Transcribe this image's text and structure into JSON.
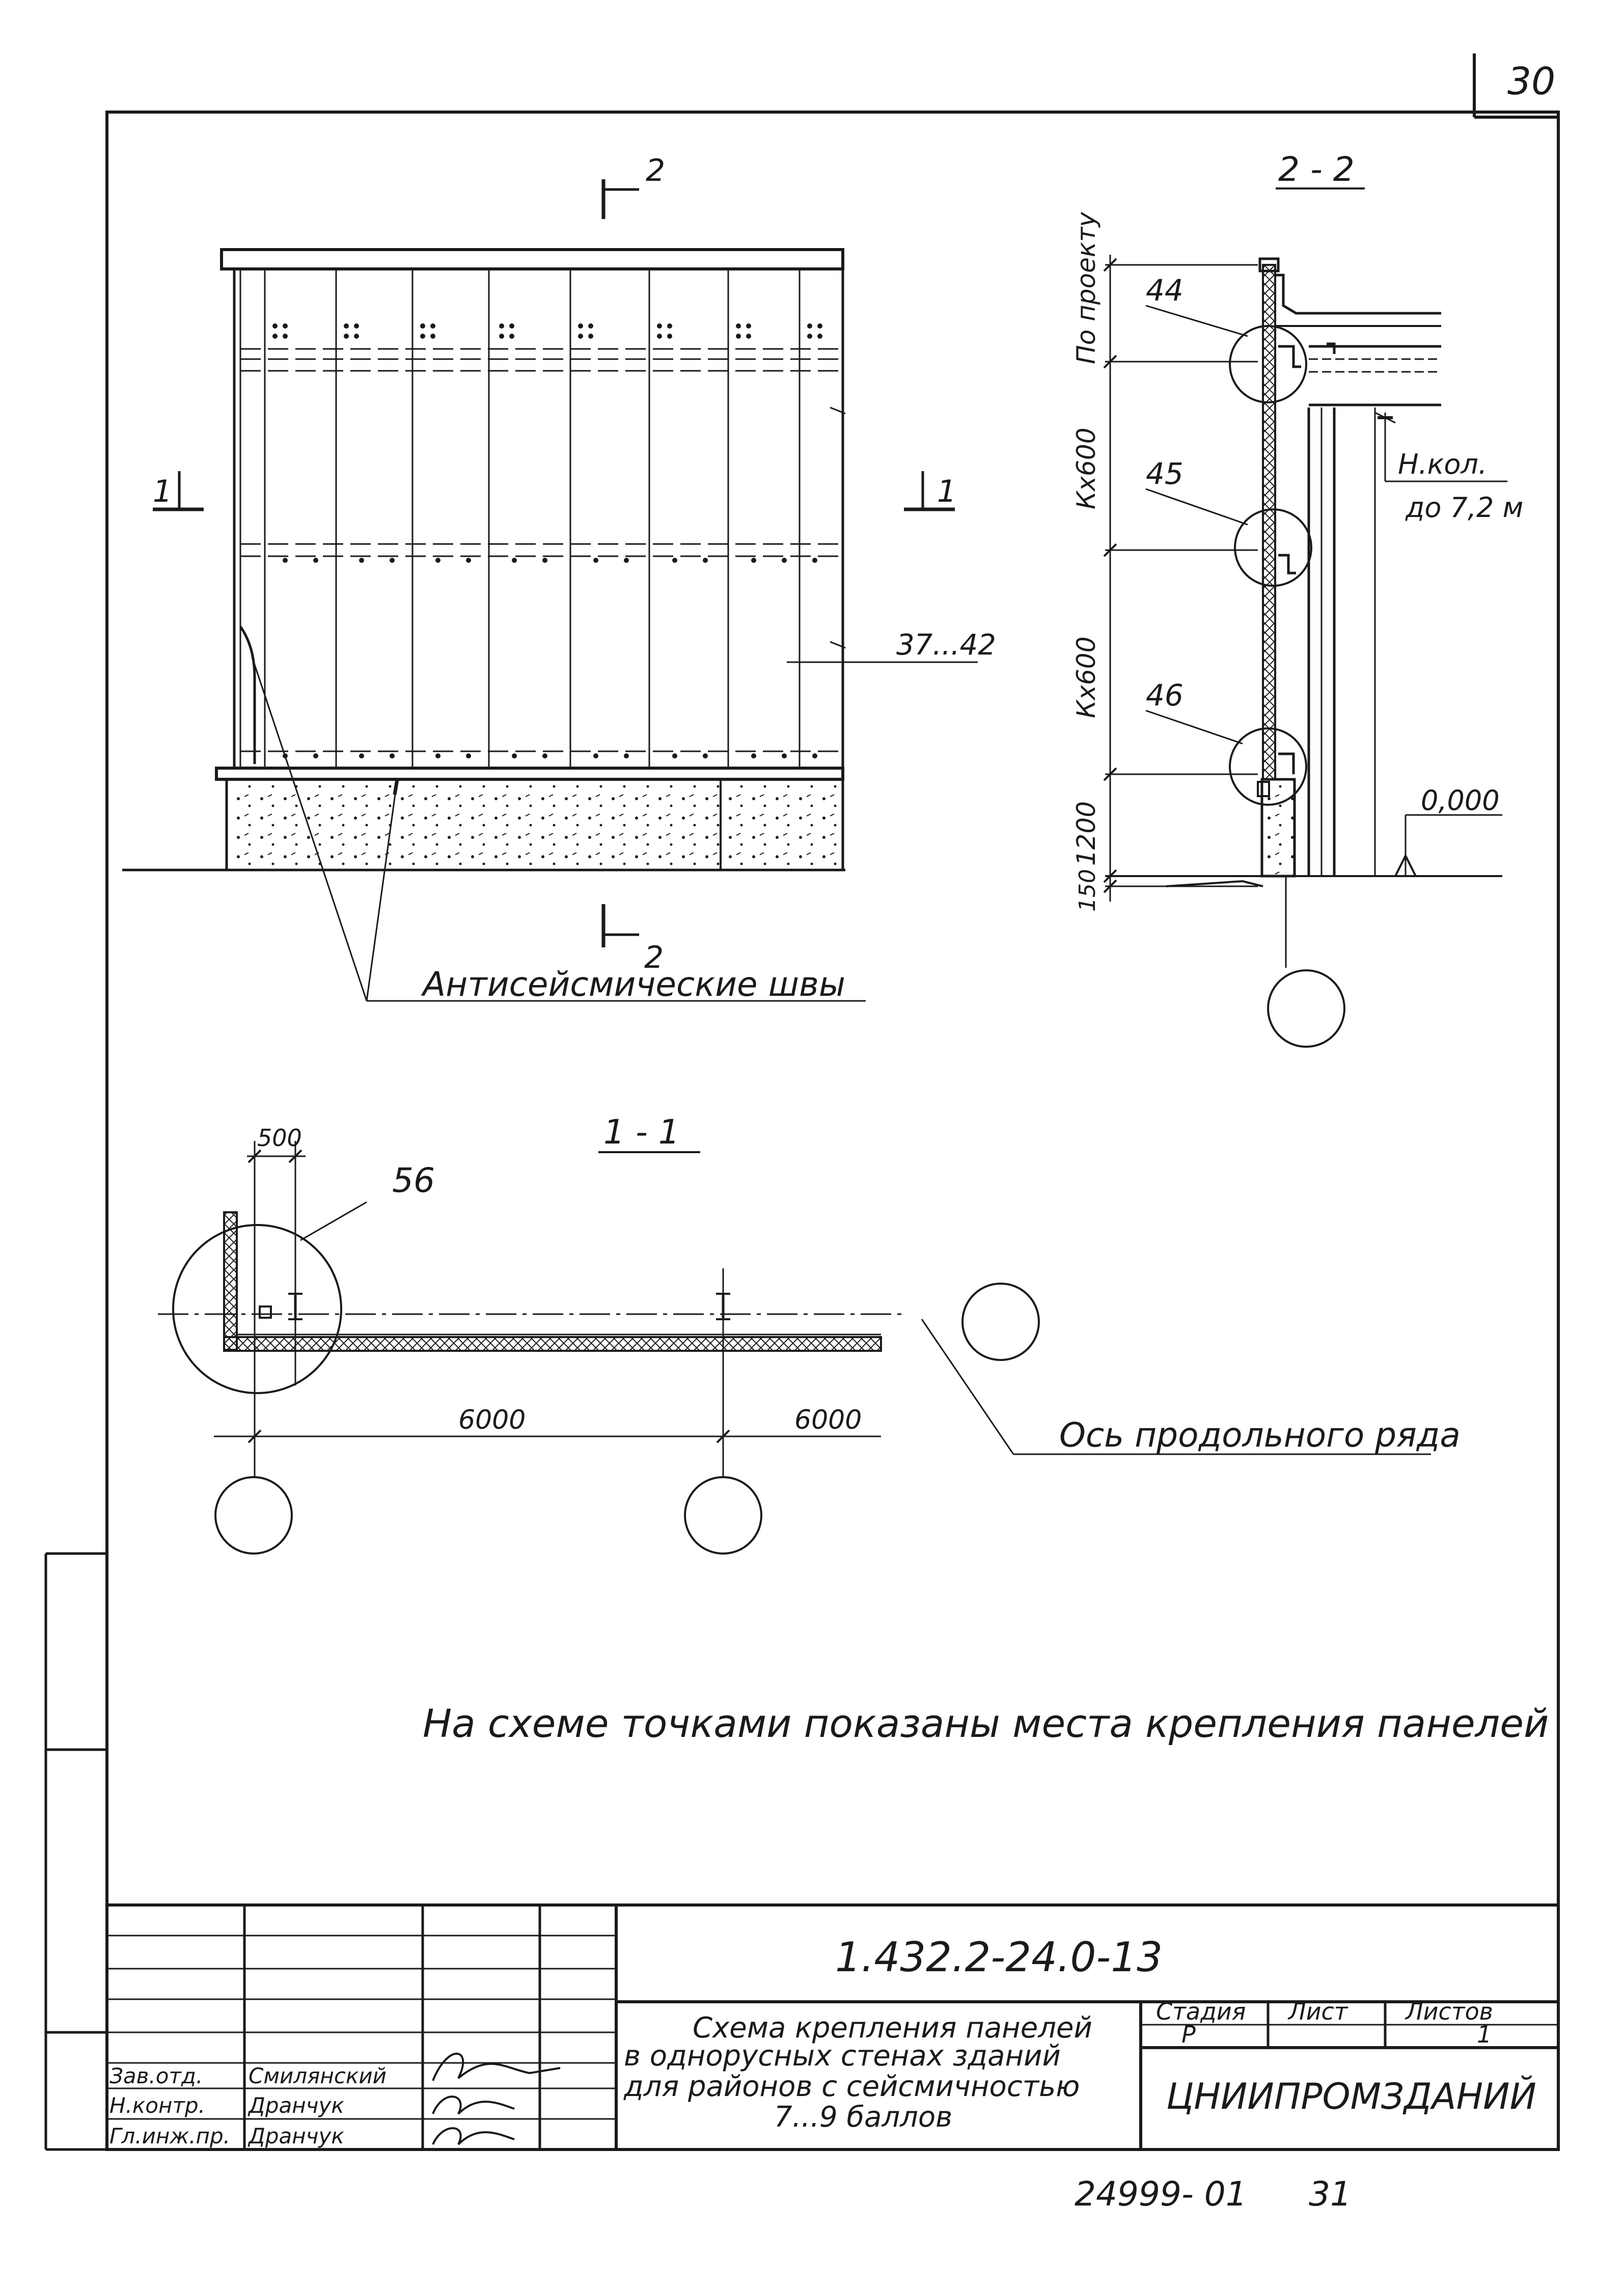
{
  "sheet": {
    "page_number": "30",
    "doc_code": "1.432.2-24.0-13",
    "org": "ЦНИИПРОМЗДАНИЙ",
    "archive_no": "24999- 01",
    "archive_sheet": "31",
    "note": "На схеме точками показаны места крепления панелей"
  },
  "title_block": {
    "title_lines": [
      "Схема крепления панелей",
      "в однорусных стенах зданий",
      "для районов с сейсмичностью",
      "7...9 баллов"
    ],
    "headers": {
      "stage": "Стадия",
      "sheet": "Лист",
      "sheets": "Листов"
    },
    "values": {
      "stage": "Р",
      "sheet": "",
      "sheets": "1"
    },
    "signatures": [
      {
        "role": "Зав.отд.",
        "name": "Смилянский"
      },
      {
        "role": "Н.контр.",
        "name": "Дранчук"
      },
      {
        "role": "Гл.инж.пр.",
        "name": "Дранчук"
      }
    ]
  },
  "elevation": {
    "section_mark_top": "2",
    "section_mark_bottom": "2",
    "section_left": "1",
    "section_right": "1",
    "panel_label": "37...42",
    "callout": "Антисейсмические швы"
  },
  "section_2_2": {
    "title": "2 - 2",
    "dims": [
      "По проекту",
      "Кх600",
      "Кх600",
      "1200",
      "150"
    ],
    "nodes": [
      "44",
      "45",
      "46"
    ],
    "height_note_1": "Н.кол.",
    "height_note_2": "до 7,2 м",
    "level": "0,000"
  },
  "section_1_1": {
    "title": "1 - 1",
    "dim_top": "500",
    "node": "56",
    "dim_1": "6000",
    "dim_2": "6000",
    "axis_label": "Ось продольного ряда"
  }
}
